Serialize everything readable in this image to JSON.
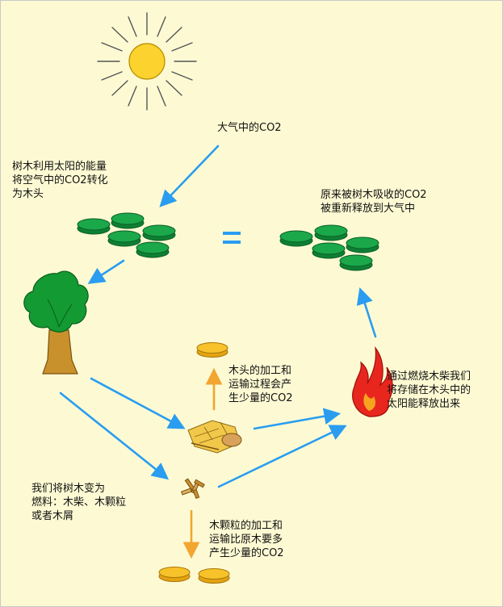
{
  "labels": {
    "atmosphere": "大气中的CO2",
    "tree_absorb": [
      "树木利用太阳的能量",
      "将空气中的CO2转化",
      "为木头"
    ],
    "released": [
      "原来被树木吸收的CO2",
      "被重新释放到大气中"
    ],
    "equals": "=",
    "wood_processing": [
      "木头的加工和",
      "运输过程会产",
      "生少量的CO2"
    ],
    "burning": [
      "通过燃烧木柴我们",
      "将存储在木头中的",
      "太阳能释放出来"
    ],
    "fuel": [
      "我们将树木变为",
      "燃料：木柴、木颗粒",
      "或者木屑"
    ],
    "pellet_processing": [
      "木颗粒的加工和",
      "运输比原木要多",
      "产生少量的CO2"
    ]
  },
  "colors": {
    "background": "#fdfad3",
    "arrow_blue": "#2a9df0",
    "arrow_orange": "#f2a531",
    "coin_green": "#1aa84a",
    "coin_gold": "#f7c22a",
    "sun": "#fcd22e",
    "flame_red": "#e8261e",
    "tree_green": "#139a32",
    "trunk": "#c9912c"
  },
  "icons": [
    "sun-icon",
    "co2-green-coins",
    "tree-icon",
    "flame-icon",
    "firewood-icon",
    "wood-pellets-icon",
    "co2-gold-coin"
  ]
}
